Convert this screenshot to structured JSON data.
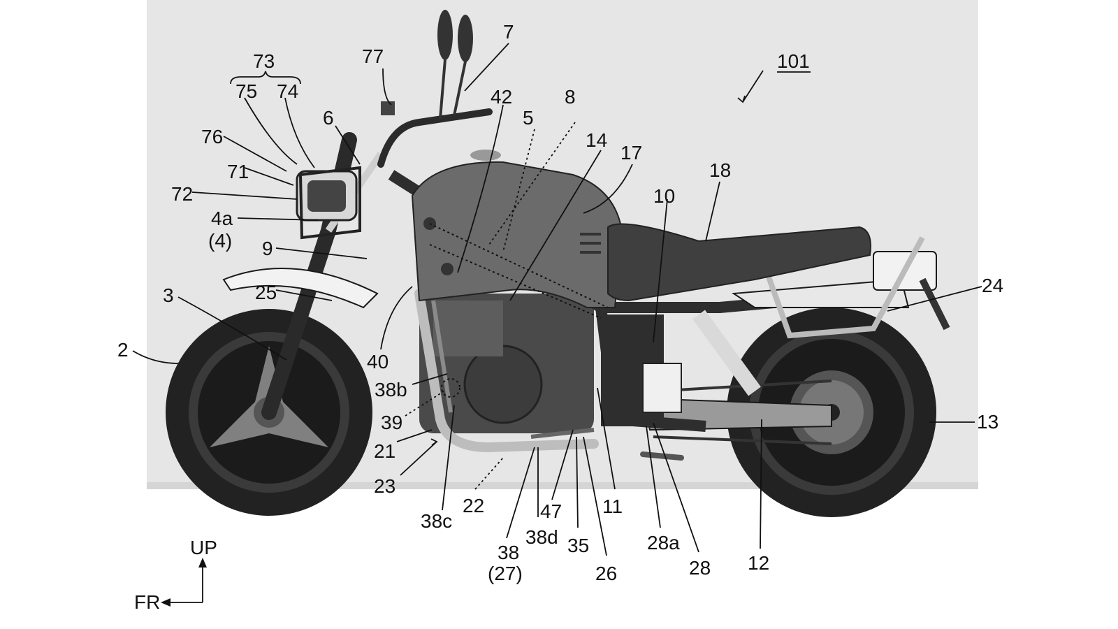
{
  "figure": {
    "reference": "101",
    "direction_up": "UP",
    "direction_front": "FR",
    "brace_group": "73",
    "labels": [
      "2",
      "3",
      "4a",
      "(4)",
      "5",
      "6",
      "7",
      "8",
      "9",
      "10",
      "11",
      "12",
      "13",
      "14",
      "17",
      "18",
      "21",
      "22",
      "23",
      "24",
      "25",
      "26",
      "28",
      "28a",
      "35",
      "38",
      "(27)",
      "38b",
      "38c",
      "38d",
      "39",
      "40",
      "42",
      "47",
      "71",
      "72",
      "74",
      "75",
      "76",
      "77"
    ]
  },
  "colors": {
    "background": "#ffffff",
    "backdrop": "#e6e6e6",
    "tank": "#6b6b6b",
    "seat": "#3f3f3f",
    "tire": "#222222",
    "rim": "#1b1b1b",
    "frame": "#2e2e2e",
    "engine": "#4a4a4a",
    "chrome": "#bdbdbd"
  }
}
